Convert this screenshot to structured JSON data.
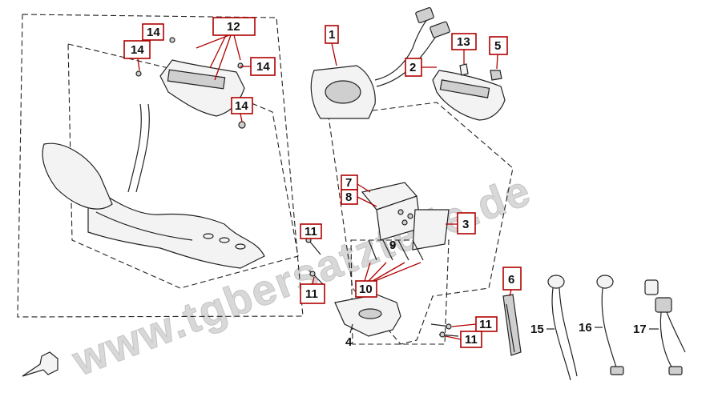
{
  "diagram": {
    "watermark": "www.tgbersatzteile.de",
    "callouts": {
      "c1": "1",
      "c2": "2",
      "c3": "3",
      "c4": "4",
      "c5": "5",
      "c6": "6",
      "c7": "7",
      "c8": "8",
      "c9": "9",
      "c10": "10",
      "c11a": "11",
      "c11b": "11",
      "c11c": "11",
      "c11d": "11",
      "c12": "12",
      "c13": "13",
      "c14a": "14",
      "c14b": "14",
      "c14c": "14",
      "c14d": "14",
      "c15": "15",
      "c16": "16",
      "c17": "17"
    }
  }
}
